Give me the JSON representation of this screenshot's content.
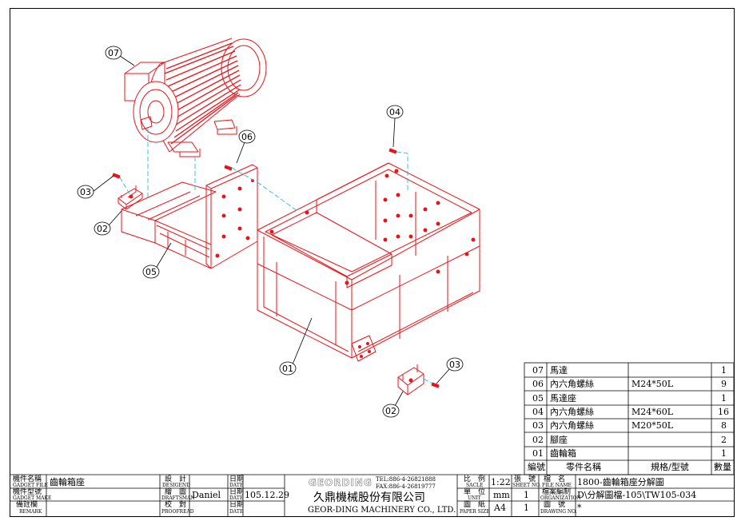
{
  "parts": [
    {
      "no": "07",
      "name": "馬達",
      "spec": "",
      "qty": "1"
    },
    {
      "no": "06",
      "name": "內六角螺絲",
      "spec": "M24*50L",
      "qty": "9"
    },
    {
      "no": "05",
      "name": "馬達座",
      "spec": "",
      "qty": "1"
    },
    {
      "no": "04",
      "name": "內六角螺絲",
      "spec": "M24*60L",
      "qty": "16"
    },
    {
      "no": "03",
      "name": "內六角螺絲",
      "spec": "M20*50L",
      "qty": "8"
    },
    {
      "no": "02",
      "name": "腳座",
      "spec": "",
      "qty": "2"
    },
    {
      "no": "01",
      "name": "齒輪箱",
      "spec": "",
      "qty": "1"
    }
  ],
  "bom_header": {
    "no": "編號",
    "name": "零件名稱",
    "spec": "規格/型號",
    "qty": "數量"
  },
  "balloons": [
    "07",
    "06",
    "04",
    "03",
    "02",
    "05",
    "01",
    "02",
    "03"
  ],
  "title_block": {
    "gadget_file_label": "機件名稱",
    "gadget_file_en": "GADGET FILE",
    "gadget_file_value": "齒輪箱座",
    "gadget_make_label": "機件型號",
    "gadget_make_en": "GADGET MAKE",
    "remark_label": "備註欄",
    "remark_en": "REMARK",
    "design_label": "設　計",
    "design_en": "DESIGEND",
    "drafts_label": "繪　圖",
    "drafts_en": "DRAFTSMAN",
    "drafts_value": "Daniel",
    "proof_label": "校　對",
    "proof_en": "PROOFREAD",
    "date_label": "日期",
    "date_en": "DATE",
    "date_value": "105.12.29",
    "logo": "GEORDING",
    "tel": "TEL:886-4-26821888",
    "fax": "FAX:886-4-26819777",
    "company_zh": "久鼎機械股份有限公司",
    "company_en": "GEOR-DING MACHINERY CO., LTD.",
    "scale_label": "比　例",
    "scale_en": "SACLE",
    "scale_value": "1:22",
    "unit_label": "單　位",
    "unit_en": "UNIT",
    "unit_value": "mm",
    "paper_label": "圖　紙",
    "paper_en": "PAPER SIZE",
    "paper_value": "A4",
    "sheet_label": "張　號",
    "sheet_en": "SHEET NO.",
    "sheet_value": "1",
    "sheet2_value": "1",
    "file_label": "檔　名",
    "file_en": "FILE NAME",
    "file_value": "1800-齒輪箱座分解圖",
    "org_label": "檔案編制",
    "org_en": "ORGANIZATION",
    "org_value": "D\\分解圖檔-105\\TW105-034",
    "drawing_label": "圖　號",
    "drawing_en": "DRAWING NO.",
    "drawing_value": "*"
  }
}
